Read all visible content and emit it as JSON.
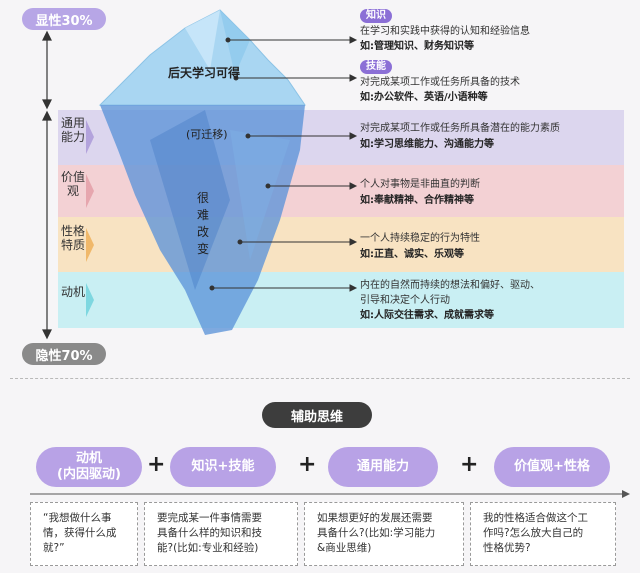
{
  "top_pill": "显性30%",
  "bottom_pill": "隐性70%",
  "iceberg": {
    "above_label": "后天学习可得",
    "transfer_label": "(可迁移)",
    "hard_label": [
      "很",
      "难",
      "改",
      "变"
    ]
  },
  "bands": {
    "general": "通用能力",
    "values": "价值观",
    "traits": "性格特质",
    "motive": "动机"
  },
  "annotations": {
    "knowledge": {
      "tag": "知识",
      "line1": "在学习和实践中获得的认知和经验信息",
      "line2": "如:管理知识、财务知识等"
    },
    "skill": {
      "tag": "技能",
      "line1": "对完成某项工作或任务所具备的技术",
      "line2": "如:办公软件、英语/小语种等"
    },
    "general": {
      "line1": "对完成某项工作或任务所具备潜在的能力素质",
      "line2": "如:学习思维能力、沟通能力等"
    },
    "values": {
      "line1": "个人对事物是非曲直的判断",
      "line2": "如:奉献精神、合作精神等"
    },
    "traits": {
      "line1": "一个人持续稳定的行为特性",
      "line2": "如:正直、诚实、乐观等"
    },
    "motive": {
      "line1": "内在的自然而持续的想法和偏好、驱动、",
      "line2": "引导和决定个人行动",
      "line3": "如:人际交往需求、成就需求等"
    }
  },
  "aux": {
    "title": "辅助思维",
    "blobs": [
      {
        "line1": "动机",
        "line2": "(内因驱动)"
      },
      {
        "line1": "知识+技能"
      },
      {
        "line1": "通用能力"
      },
      {
        "line1": "价值观+性格"
      }
    ],
    "plus": "+",
    "questions": [
      [
        "“我想做什么事",
        "情，获得什么成",
        "就?”"
      ],
      [
        "要完成某一件事情需要",
        "具备什么样的知识和技",
        "能?(比如:专业和经验)"
      ],
      [
        "如果想更好的发展还需要",
        "具备什么?(比如:学习能力",
        "&商业思维)"
      ],
      [
        "我的性格适合做这个工",
        "作吗?怎么放大自己的",
        "性格优势?"
      ]
    ]
  },
  "colors": {
    "purple_accent": "#8b6fd6",
    "band_general": "#dcd6ee",
    "band_values": "#f3d1d4",
    "band_traits": "#f8e3c2",
    "band_motive": "#c9eff3"
  }
}
